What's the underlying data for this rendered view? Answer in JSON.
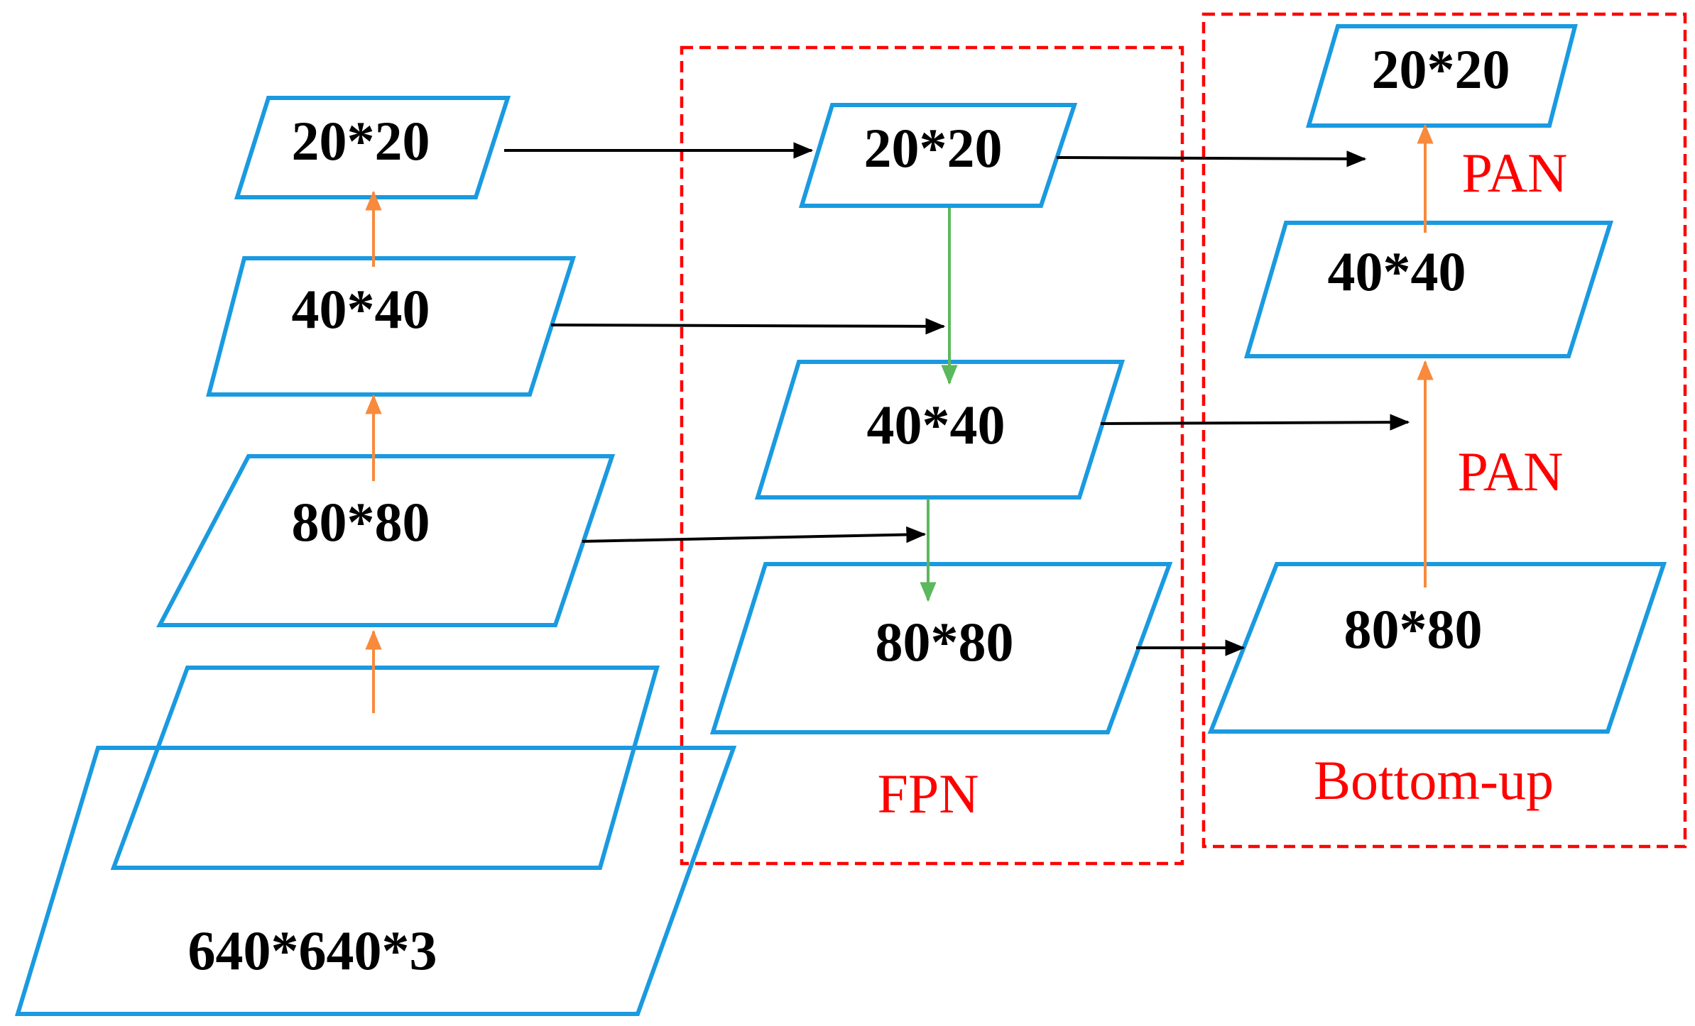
{
  "colors": {
    "box": "#1a9ae0",
    "region": "#ff0000",
    "lateral_arrow": "#000000",
    "upsample_arrow": "#5cb85c",
    "backbone_arrow": "#f78a3c",
    "region_label": "#ff0000"
  },
  "backbone": {
    "input_label": "640*640*3",
    "c5_label": "20*20",
    "c4_label": "40*40",
    "c3_label": "80*80"
  },
  "fpn": {
    "label": "FPN",
    "p5_label": "20*20",
    "p4_label": "40*40",
    "p3_label": "80*80"
  },
  "bottom_up": {
    "label": "Bottom-up",
    "n3_label": "80*80",
    "n4_label": "40*40",
    "n5_label": "20*20",
    "pan_upper_label": "PAN",
    "pan_lower_label": "PAN"
  }
}
